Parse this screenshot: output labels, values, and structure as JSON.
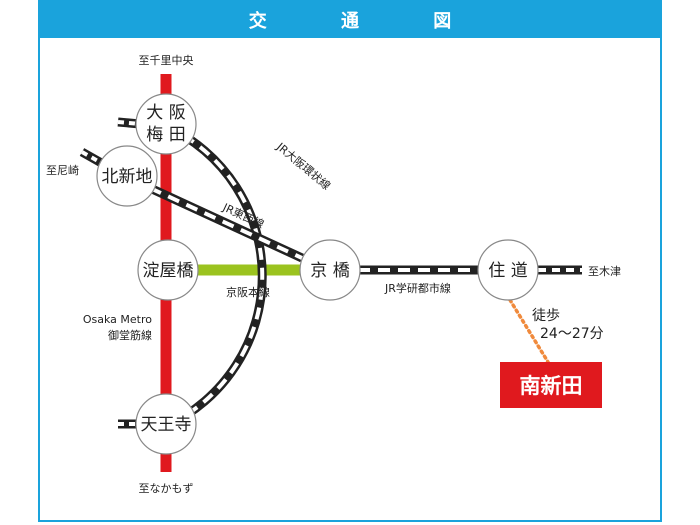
{
  "title": "交 通 図",
  "stations": {
    "umeda": {
      "line1": "大 阪",
      "line2": "梅 田"
    },
    "kitashinchi": "北新地",
    "yodoyabashi": "淀屋橋",
    "kyobashi": "京 橋",
    "tennoji": "天王寺",
    "sumimichi": "住 道"
  },
  "labels": {
    "to_senri_chuo": "至千里中央",
    "to_amagasaki": "至尼崎",
    "to_nakamozu": "至なかもず",
    "to_kizu": "至木津",
    "jr_osaka_loop": "JR大阪環状線",
    "jr_tozai": "JR東西線",
    "keihan": "京阪本線",
    "jr_gakkentoshi": "JR学研都市線",
    "metro_line1": "Osaka Metro",
    "metro_line2": "御堂筋線",
    "walk_line1": "徒歩",
    "walk_line2": "24～27分"
  },
  "destination": "南新田",
  "colors": {
    "accent": "#1aa3dc",
    "midosuji": "#e0191e",
    "keihan": "#9bc31f",
    "jr": "#222222",
    "walk": "#f08a3c",
    "destination_bg": "#e0191e"
  }
}
